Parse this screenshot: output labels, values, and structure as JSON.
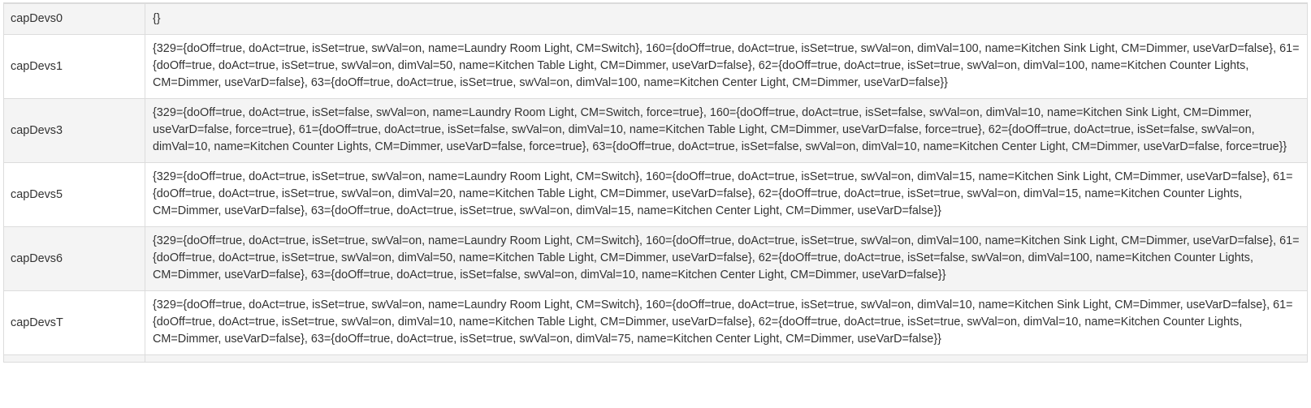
{
  "rows": [
    {
      "name": "capDevs0",
      "value": "{}"
    },
    {
      "name": "capDevs1",
      "value": "{329={doOff=true, doAct=true, isSet=true, swVal=on, name=Laundry Room Light, CM=Switch}, 160={doOff=true, doAct=true, isSet=true, swVal=on, dimVal=100, name=Kitchen Sink Light, CM=Dimmer, useVarD=false}, 61={doOff=true, doAct=true, isSet=true, swVal=on, dimVal=50, name=Kitchen Table Light, CM=Dimmer, useVarD=false}, 62={doOff=true, doAct=true, isSet=true, swVal=on, dimVal=100, name=Kitchen Counter Lights, CM=Dimmer, useVarD=false}, 63={doOff=true, doAct=true, isSet=true, swVal=on, dimVal=100, name=Kitchen Center Light, CM=Dimmer, useVarD=false}}"
    },
    {
      "name": "capDevs3",
      "value": "{329={doOff=true, doAct=true, isSet=false, swVal=on, name=Laundry Room Light, CM=Switch, force=true}, 160={doOff=true, doAct=true, isSet=false, swVal=on, dimVal=10, name=Kitchen Sink Light, CM=Dimmer, useVarD=false, force=true}, 61={doOff=true, doAct=true, isSet=false, swVal=on, dimVal=10, name=Kitchen Table Light, CM=Dimmer, useVarD=false, force=true}, 62={doOff=true, doAct=true, isSet=false, swVal=on, dimVal=10, name=Kitchen Counter Lights, CM=Dimmer, useVarD=false, force=true}, 63={doOff=true, doAct=true, isSet=false, swVal=on, dimVal=10, name=Kitchen Center Light, CM=Dimmer, useVarD=false, force=true}}"
    },
    {
      "name": "capDevs5",
      "value": "{329={doOff=true, doAct=true, isSet=true, swVal=on, name=Laundry Room Light, CM=Switch}, 160={doOff=true, doAct=true, isSet=true, swVal=on, dimVal=15, name=Kitchen Sink Light, CM=Dimmer, useVarD=false}, 61={doOff=true, doAct=true, isSet=true, swVal=on, dimVal=20, name=Kitchen Table Light, CM=Dimmer, useVarD=false}, 62={doOff=true, doAct=true, isSet=true, swVal=on, dimVal=15, name=Kitchen Counter Lights, CM=Dimmer, useVarD=false}, 63={doOff=true, doAct=true, isSet=true, swVal=on, dimVal=15, name=Kitchen Center Light, CM=Dimmer, useVarD=false}}"
    },
    {
      "name": "capDevs6",
      "value": "{329={doOff=true, doAct=true, isSet=true, swVal=on, name=Laundry Room Light, CM=Switch}, 160={doOff=true, doAct=true, isSet=true, swVal=on, dimVal=100, name=Kitchen Sink Light, CM=Dimmer, useVarD=false}, 61={doOff=true, doAct=true, isSet=true, swVal=on, dimVal=50, name=Kitchen Table Light, CM=Dimmer, useVarD=false}, 62={doOff=true, doAct=true, isSet=false, swVal=on, dimVal=100, name=Kitchen Counter Lights, CM=Dimmer, useVarD=false}, 63={doOff=true, doAct=true, isSet=false, swVal=on, dimVal=10, name=Kitchen Center Light, CM=Dimmer, useVarD=false}}"
    },
    {
      "name": "capDevsT",
      "value": "{329={doOff=true, doAct=true, isSet=true, swVal=on, name=Laundry Room Light, CM=Switch}, 160={doOff=true, doAct=true, isSet=true, swVal=on, dimVal=10, name=Kitchen Sink Light, CM=Dimmer, useVarD=false}, 61={doOff=true, doAct=true, isSet=true, swVal=on, dimVal=10, name=Kitchen Table Light, CM=Dimmer, useVarD=false}, 62={doOff=true, doAct=true, isSet=true, swVal=on, dimVal=10, name=Kitchen Counter Lights, CM=Dimmer, useVarD=false}, 63={doOff=true, doAct=true, isSet=true, swVal=on, dimVal=75, name=Kitchen Center Light, CM=Dimmer, useVarD=false}}"
    }
  ]
}
